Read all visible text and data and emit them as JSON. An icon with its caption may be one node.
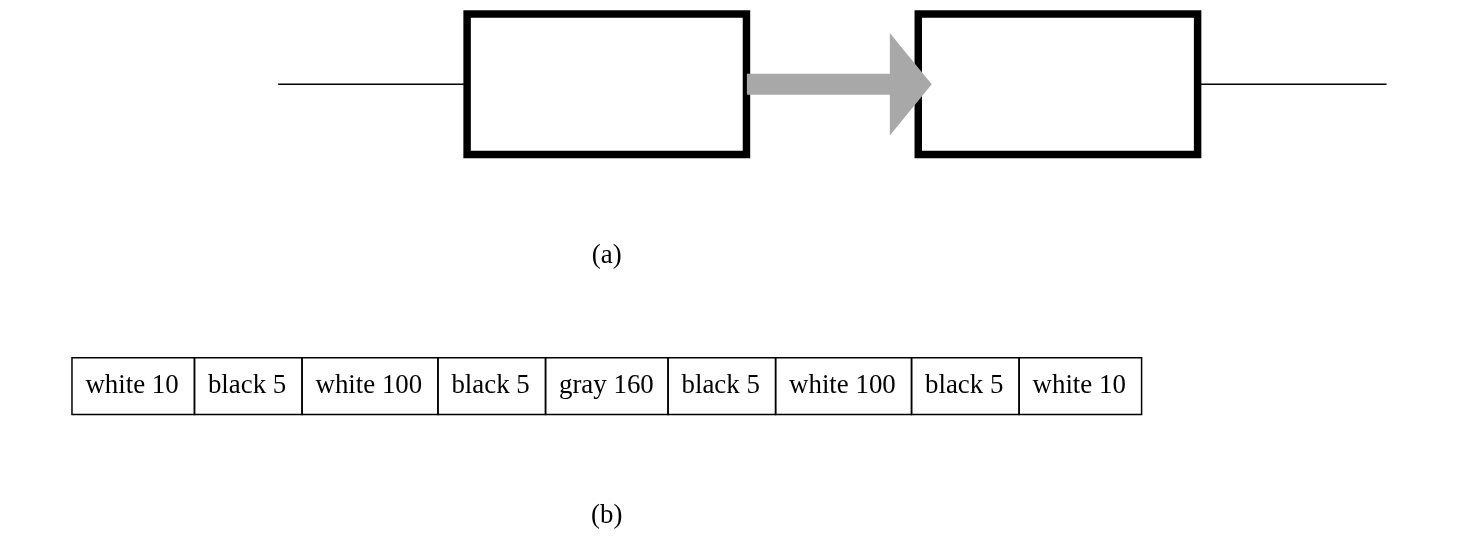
{
  "diagram": {
    "nodes": [
      {
        "text": [],
        "shape": "box"
      },
      {
        "text": [],
        "shape": "box"
      }
    ],
    "edges": [
      {
        "from": null,
        "to": 0,
        "arrow": "none"
      },
      {
        "from": 0,
        "to": 1,
        "arrow": "to",
        "style": "thick",
        "color": "#a8a8a8"
      },
      {
        "from": 1,
        "to": null,
        "arrow": "none"
      }
    ],
    "labels": [
      "(a)",
      "white 10",
      "black 5",
      "white 100",
      "black 5",
      "gray 160",
      "black 5",
      "white 100",
      "black 5",
      "white 10",
      "(b)"
    ]
  }
}
